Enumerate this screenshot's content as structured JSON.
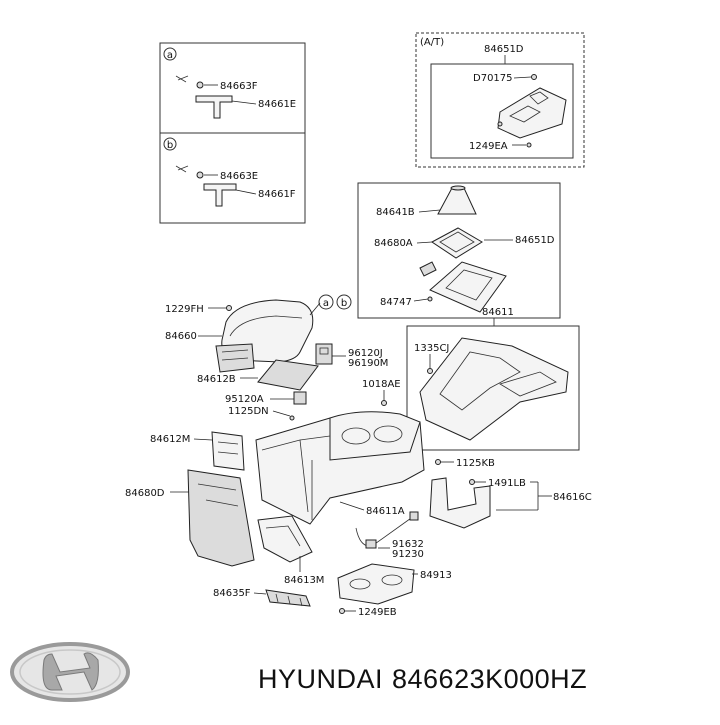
{
  "diagram": {
    "inset_a": {
      "marker": "a",
      "labels": [
        "84663F",
        "84661E"
      ]
    },
    "inset_b": {
      "marker": "b",
      "labels": [
        "84663E",
        "84661F"
      ]
    },
    "at_box": {
      "tag": "(A/T)",
      "labels": [
        "84651D",
        "D70175",
        "1249EA"
      ]
    },
    "shift_box": {
      "labels": [
        "84641B",
        "84680A",
        "84651D",
        "84747"
      ]
    },
    "console_box": {
      "labels": [
        "84611",
        "1335CJ"
      ]
    },
    "callouts": [
      "a",
      "b"
    ],
    "parts": [
      "1229FH",
      "84660",
      "96120J",
      "96190M",
      "84612B",
      "1018AE",
      "95120A",
      "1125DN",
      "84612M",
      "84680D",
      "1125KB",
      "1491LB",
      "84616C",
      "84611A",
      "91632",
      "91230",
      "84913",
      "84613M",
      "84635F",
      "1249EB"
    ]
  },
  "footer": {
    "brand": "HYUNDAI",
    "part_number": "846623K000HZ",
    "logo": "hyundai-logo"
  }
}
